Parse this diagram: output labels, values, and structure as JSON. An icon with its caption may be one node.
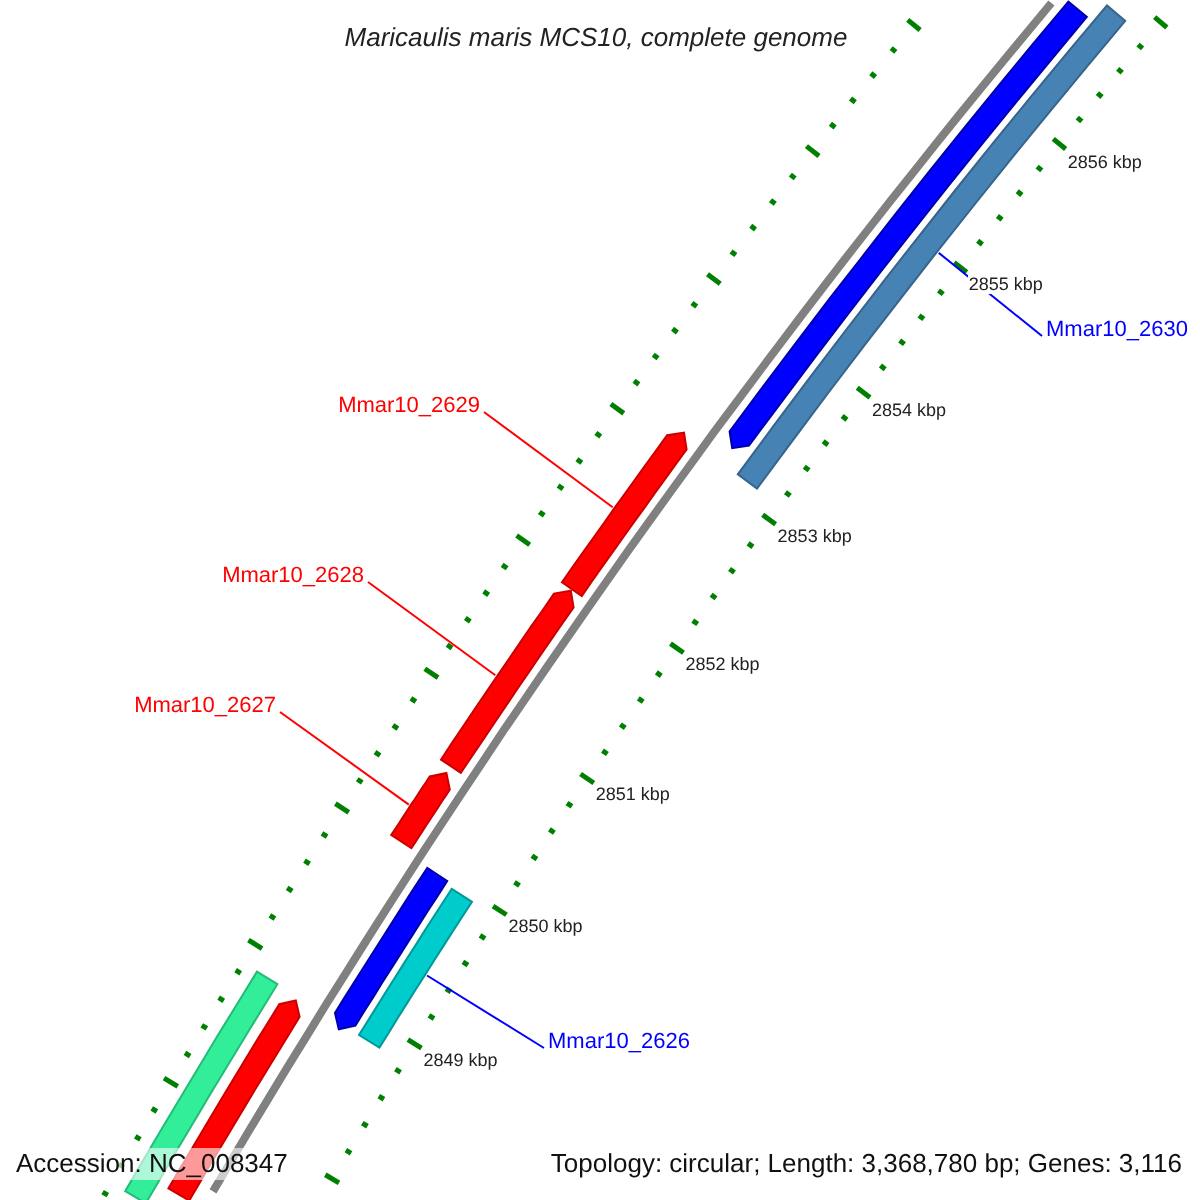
{
  "diagram": {
    "title": "Maricaulis maris MCS10, complete genome",
    "nodes": [
      {
        "text": [
          "Mmar10_2629"
        ]
      },
      {
        "text": [],
        "shape": "bar"
      },
      {
        "text": [
          "Mmar10_2628"
        ]
      },
      {
        "text": [],
        "shape": "bar"
      },
      {
        "text": [
          "Mmar10_2627"
        ]
      },
      {
        "text": [],
        "shape": "bar"
      },
      {
        "text": [
          "Mmar10_2630"
        ]
      },
      {
        "text": [],
        "shape": "bar"
      },
      {
        "text": [
          "Mmar10_2626"
        ]
      },
      {
        "text": [],
        "shape": "bar"
      },
      {
        "text": [],
        "shape": "bar"
      },
      {
        "text": [],
        "shape": "bar"
      },
      {
        "text": [],
        "shape": "bar"
      },
      {
        "text": [],
        "shape": "bar"
      }
    ],
    "edges": [
      {
        "from": 0,
        "to": 1,
        "arrow": "none"
      },
      {
        "from": 2,
        "to": 3,
        "arrow": "none"
      },
      {
        "from": 4,
        "to": 5,
        "arrow": "none"
      },
      {
        "from": 6,
        "to": 7,
        "arrow": "none",
        "color": "#0000ff"
      },
      {
        "from": 8,
        "to": 9,
        "arrow": "none",
        "color": "#0000ff"
      }
    ],
    "labels": [
      "2856 kbp",
      "2855 kbp",
      "2854 kbp",
      "2853 kbp",
      "2852 kbp",
      "2851 kbp",
      "2850 kbp",
      "2849 kbp",
      "Accession: NC_008347",
      "Topology: circular; Length: 3,368,780 bp; Genes: 3,116"
    ]
  }
}
